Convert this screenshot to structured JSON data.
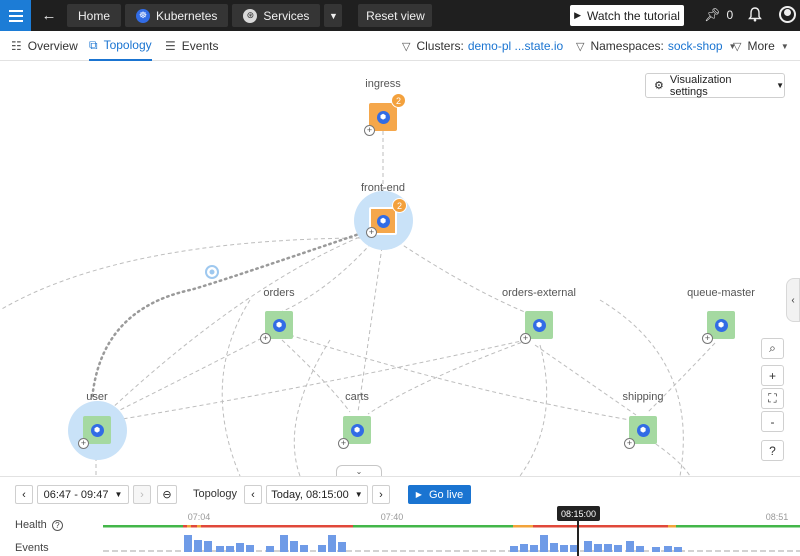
{
  "header": {
    "home": "Home",
    "kubernetes": "Kubernetes",
    "services": "Services",
    "reset_view": "Reset view",
    "watch_tutorial": "Watch the tutorial",
    "pin_count": "0"
  },
  "tabs": [
    {
      "label": "Overview",
      "icon": "overview-icon"
    },
    {
      "label": "Topology",
      "icon": "topology-icon",
      "active": true
    },
    {
      "label": "Events",
      "icon": "events-icon"
    }
  ],
  "filters": {
    "clusters_label": "Clusters:",
    "clusters_value": "demo-pl ...state.io",
    "namespaces_label": "Namespaces:",
    "namespaces_value": "sock-shop",
    "more": "More"
  },
  "canvas": {
    "visualization_settings": "Visualization settings",
    "nodes": [
      {
        "name": "ingress",
        "status": "warning",
        "badge": "2"
      },
      {
        "name": "front-end",
        "status": "warning",
        "badge": "2"
      },
      {
        "name": "orders",
        "status": "healthy"
      },
      {
        "name": "orders-external",
        "status": "healthy"
      },
      {
        "name": "queue-master",
        "status": "healthy"
      },
      {
        "name": "user",
        "status": "healthy"
      },
      {
        "name": "carts",
        "status": "healthy"
      },
      {
        "name": "shipping",
        "status": "healthy"
      }
    ],
    "zoom": {
      "search": "⌕",
      "in": "+",
      "fit": "⛶",
      "out": "-",
      "help": "?"
    }
  },
  "timeline": {
    "range": "06:47 - 09:47",
    "view": "Topology",
    "time": "Today, 08:15:00",
    "go_live": "Go live",
    "health_label": "Health",
    "events_label": "Events",
    "ticks": [
      "07:04",
      "07:40",
      "08:51"
    ],
    "now_tooltip": "08:15:00",
    "colors": {
      "healthy": "#43b649",
      "critical": "#e0483a",
      "warning": "#f2a33a",
      "events": "#6f9be7"
    }
  }
}
